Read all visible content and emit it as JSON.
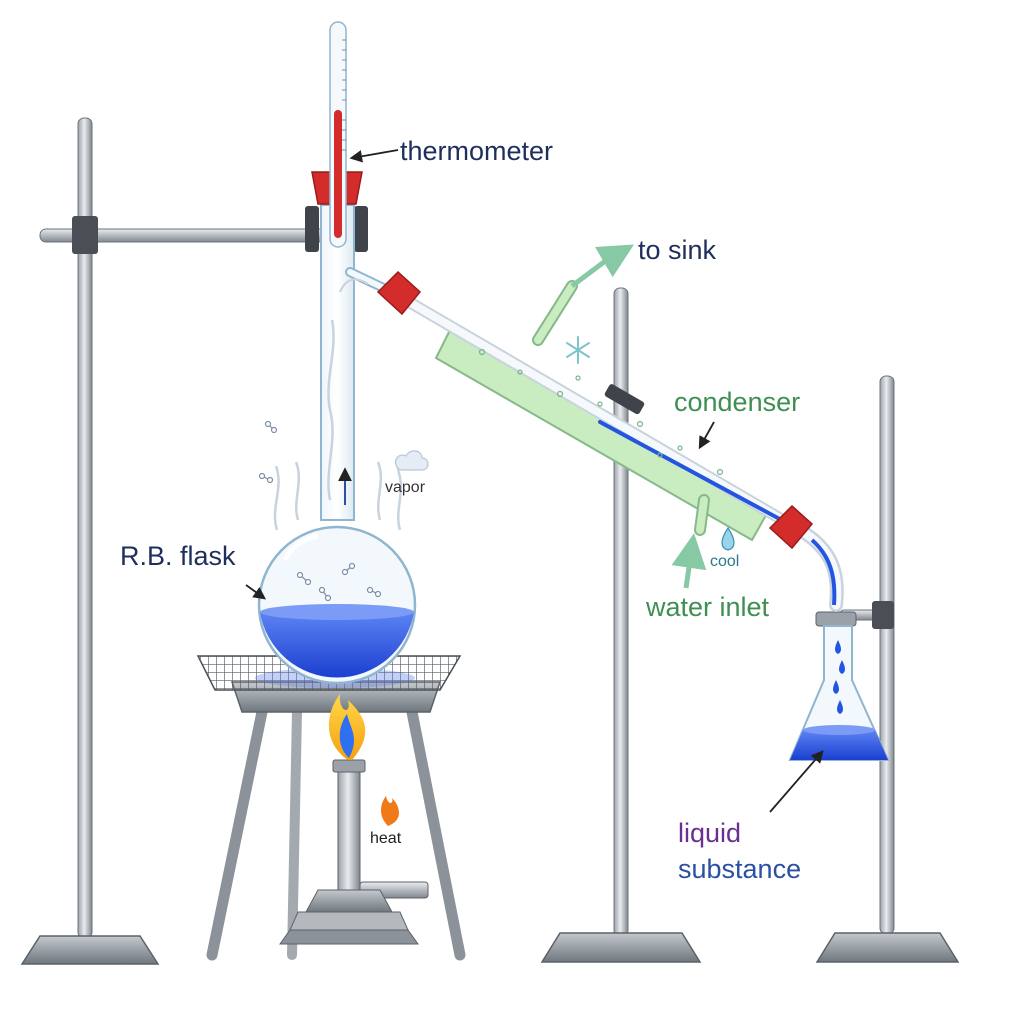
{
  "labels": {
    "thermometer": "thermometer",
    "to_sink": "to sink",
    "condenser": "condenser",
    "vapor": "vapor",
    "rb_flask": "R.B. flask",
    "cool": "cool",
    "water_inlet": "water inlet",
    "heat": "heat",
    "liquid": "liquid",
    "substance": "substance"
  },
  "colors": {
    "navy_text": "#1f2f5c",
    "green_text": "#3f8f52",
    "purple_text": "#6b2f8f",
    "blue_text": "#2a4fa3",
    "teal_text": "#2a7a8a",
    "liquid_blue": "#2455e0",
    "stopper_red": "#d42b2b",
    "condenser_green": "#c9ecc0",
    "steel_gray": "#8c9299"
  },
  "icons": [
    "snowflake-icon",
    "water-drop-icon",
    "flame-icon",
    "molecule-icon",
    "vapor-cloud-icon"
  ]
}
